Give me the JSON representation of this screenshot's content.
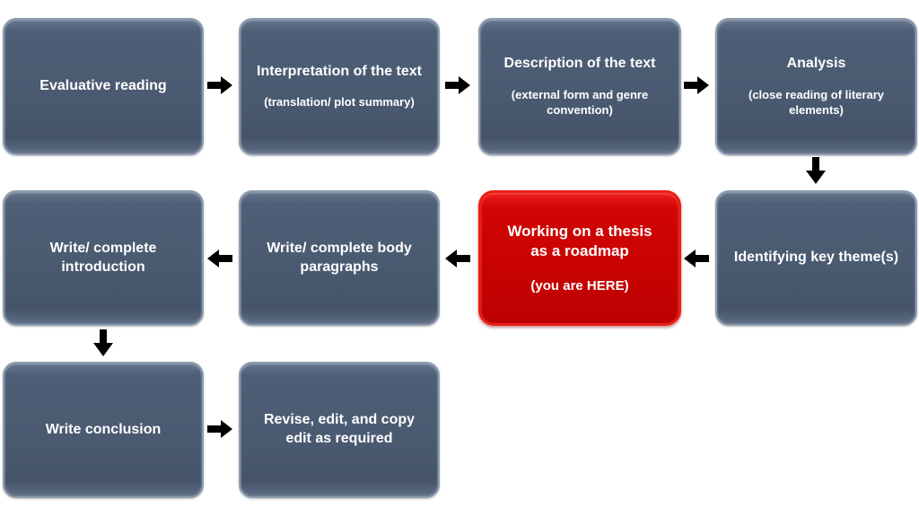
{
  "palette": {
    "box_fill": "#4a5a71",
    "box_border": "#8e9db0",
    "highlight_fill": "#c70202",
    "highlight_border": "#ea2014",
    "text_color": "#ffffff",
    "arrow_color": "#000000",
    "background": "#ffffff"
  },
  "boxes": [
    {
      "title": "Evaluative reading"
    },
    {
      "title": "Interpretation of the text",
      "subtitle": "(translation/ plot summary)"
    },
    {
      "title": "Description of the text",
      "subtitle": "(external form and genre convention)"
    },
    {
      "title": "Analysis",
      "subtitle": "(close reading of literary elements)"
    },
    {
      "title": "Identifying key theme(s)"
    },
    {
      "title": "Working on a thesis as a roadmap",
      "subtitle": "(you are HERE)"
    },
    {
      "title": "Write/ complete body paragraphs"
    },
    {
      "title": "Write/ complete introduction"
    },
    {
      "title": "Write conclusion"
    },
    {
      "title": "Revise, edit, and copy edit as required"
    }
  ]
}
